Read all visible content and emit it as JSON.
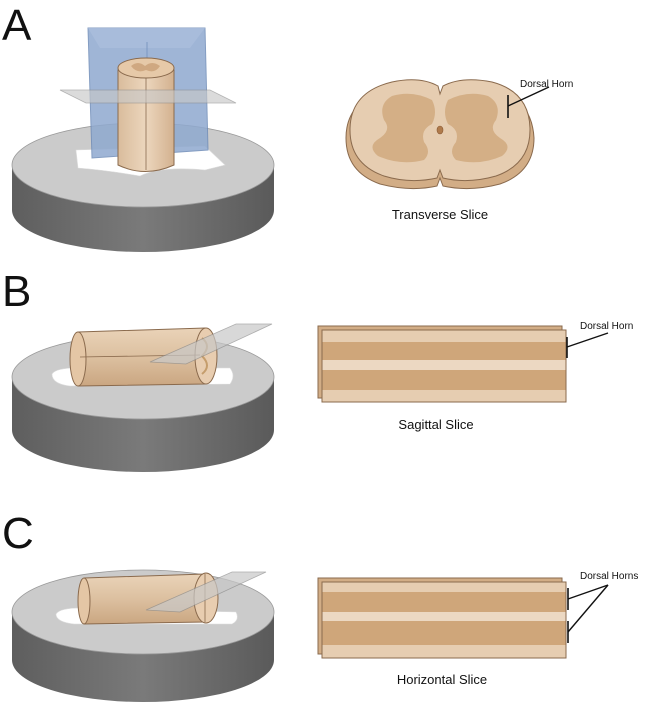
{
  "panels": [
    {
      "letter": "A",
      "caption": "Transverse Slice",
      "callout": "Dorsal Horn"
    },
    {
      "letter": "B",
      "caption": "Sagittal Slice",
      "callout": "Dorsal Horn"
    },
    {
      "letter": "C",
      "caption": "Horizontal Slice",
      "callout": "Dorsal Horns"
    }
  ],
  "colors": {
    "stage_top": "#cbcbcb",
    "stage_side": "#6e6e6e",
    "tissue_light": "#e8cfb2",
    "tissue_mid": "#d6b492",
    "tissue_dark": "#c59d6c",
    "outline": "#8a6a4d",
    "agarose_block": "#8fa9cf",
    "blade": "#c8c8c8"
  }
}
